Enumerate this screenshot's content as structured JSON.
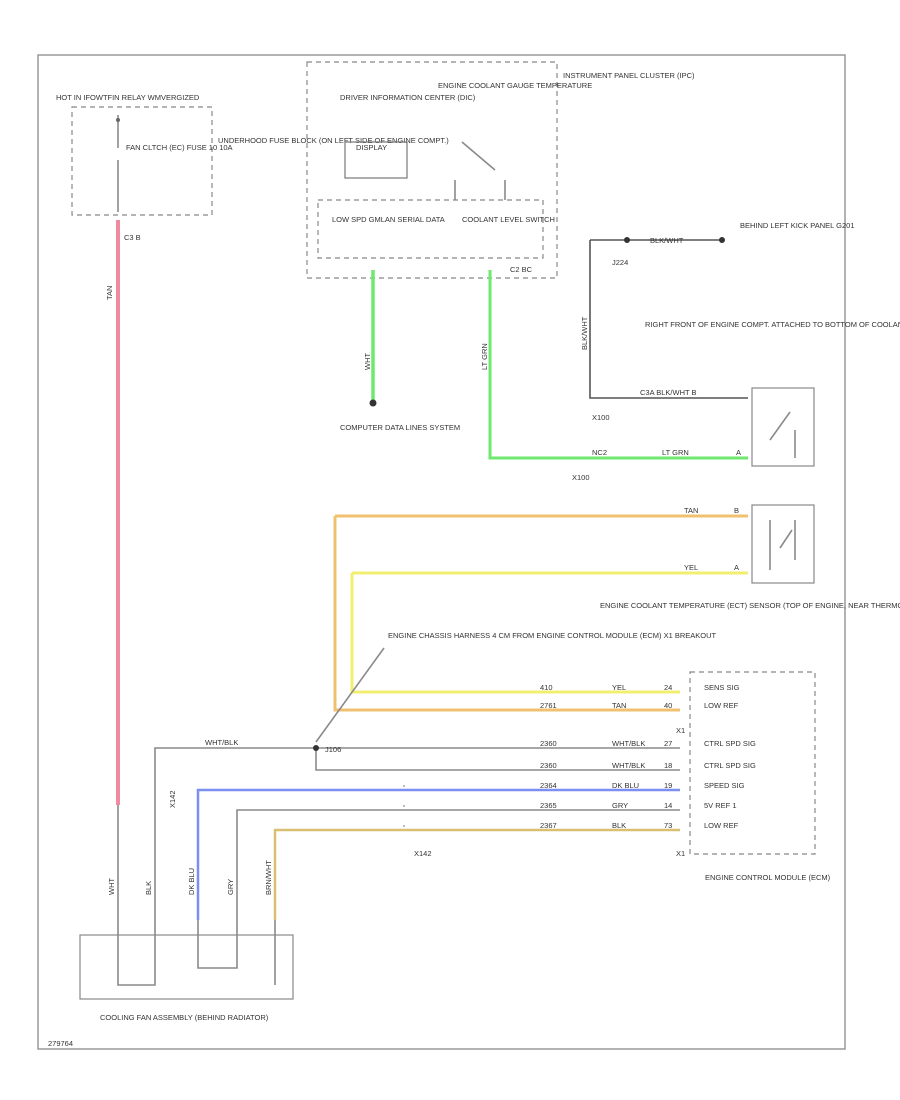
{
  "fuse_block": {
    "hot_label": "HOT IN IFOWTFIN RELAY WMVERGIZED",
    "name": "UNDERHOOD FUSE BLOCK (ON LEFT SIDE OF ENGINE COMPT.)",
    "fuse": "FAN CLTCH (EC) FUSE 10 10A",
    "pin": "C3 B"
  },
  "ipc": {
    "title": "INSTRUMENT PANEL CLUSTER (IPC)",
    "dic_label": "DRIVER INFORMATION CENTER (DIC)",
    "display_label": "DISPLAY",
    "gauge_label": "ENGINE COOLANT GAUGE TEMPERATURE",
    "serial_label": "LOW SPD GMLAN SERIAL DATA",
    "level_label": "COOLANT LEVEL SWITCH",
    "connector": "C2 BC"
  },
  "data_system": "COMPUTER DATA LINES SYSTEM",
  "ground": {
    "label": "BEHIND LEFT KICK PANEL G201",
    "splice": "J224",
    "wire": "BLK/WHT",
    "wire_vertical": "BLK/WHT"
  },
  "level_sensor": {
    "label": "RIGHT FRONT OF ENGINE COMPT. ATTACHED TO BOTTOM OF COOLANT SURGE TANK ENGINE COOLANT LEVEL SENSOR",
    "gnd_wire": "C3A BLK/WHT B",
    "connector": "X100",
    "wire_circuit": "NC2",
    "wire_color": "LT GRN",
    "pin": "A",
    "connector2": "X100"
  },
  "ect_sensor": {
    "label": "ENGINE COOLANT TEMPERATURE (ECT) SENSOR (TOP OF ENGINE, NEAR THERMOSTAT HOUSING)",
    "wire1": "TAN",
    "wire1_pin": "B",
    "wire2": "YEL",
    "wire2_pin": "A"
  },
  "harness_note": "ENGINE CHASSIS HARNESS 4 CM FROM ENGINE CONTROL MODULE (ECM) X1 BREAKOUT",
  "splice_j": "J106",
  "splice_wire": "WHT/BLK",
  "ecm": {
    "title": "ENGINE CONTROL MODULE (ECM)",
    "connector": "X1",
    "connector_bottom": "X1",
    "pins": [
      {
        "circuit": "410",
        "color": "YEL",
        "pin": "24",
        "label": "SENS SIG"
      },
      {
        "circuit": "2761",
        "color": "TAN",
        "pin": "40",
        "label": "LOW REF"
      },
      {
        "circuit": "2360",
        "color": "WHT/BLK",
        "pin": "27",
        "label": "CTRL SPD SIG"
      },
      {
        "circuit": "2360",
        "color": "WHT/BLK",
        "pin": "18",
        "label": "CTRL SPD SIG"
      },
      {
        "circuit": "2364",
        "color": "DK BLU",
        "pin": "19",
        "label": "SPEED SIG"
      },
      {
        "circuit": "2365",
        "color": "GRY",
        "pin": "14",
        "label": "5V REF 1"
      },
      {
        "circuit": "2367",
        "color": "BLK",
        "pin": "73",
        "label": "LOW REF"
      }
    ]
  },
  "x142": "X142",
  "x142b": "X142",
  "fan": {
    "label": "COOLING FAN ASSEMBLY (BEHIND RADIATOR)",
    "wires": [
      "WHT",
      "BLK",
      "DK BLU",
      "GRY",
      "BRN/WHT"
    ],
    "wire_top": "TAN",
    "wire_data": "WHT",
    "wire_lt": "LT GRN"
  },
  "figure_id": "279764",
  "colors": {
    "pink": "#f08aa0",
    "green": "#6ee86e",
    "orange": "#f0c070",
    "yellow": "#f2ee70",
    "blue": "#7a8ff0",
    "olive": "#d8c070",
    "gray": "#8a8a8a"
  }
}
